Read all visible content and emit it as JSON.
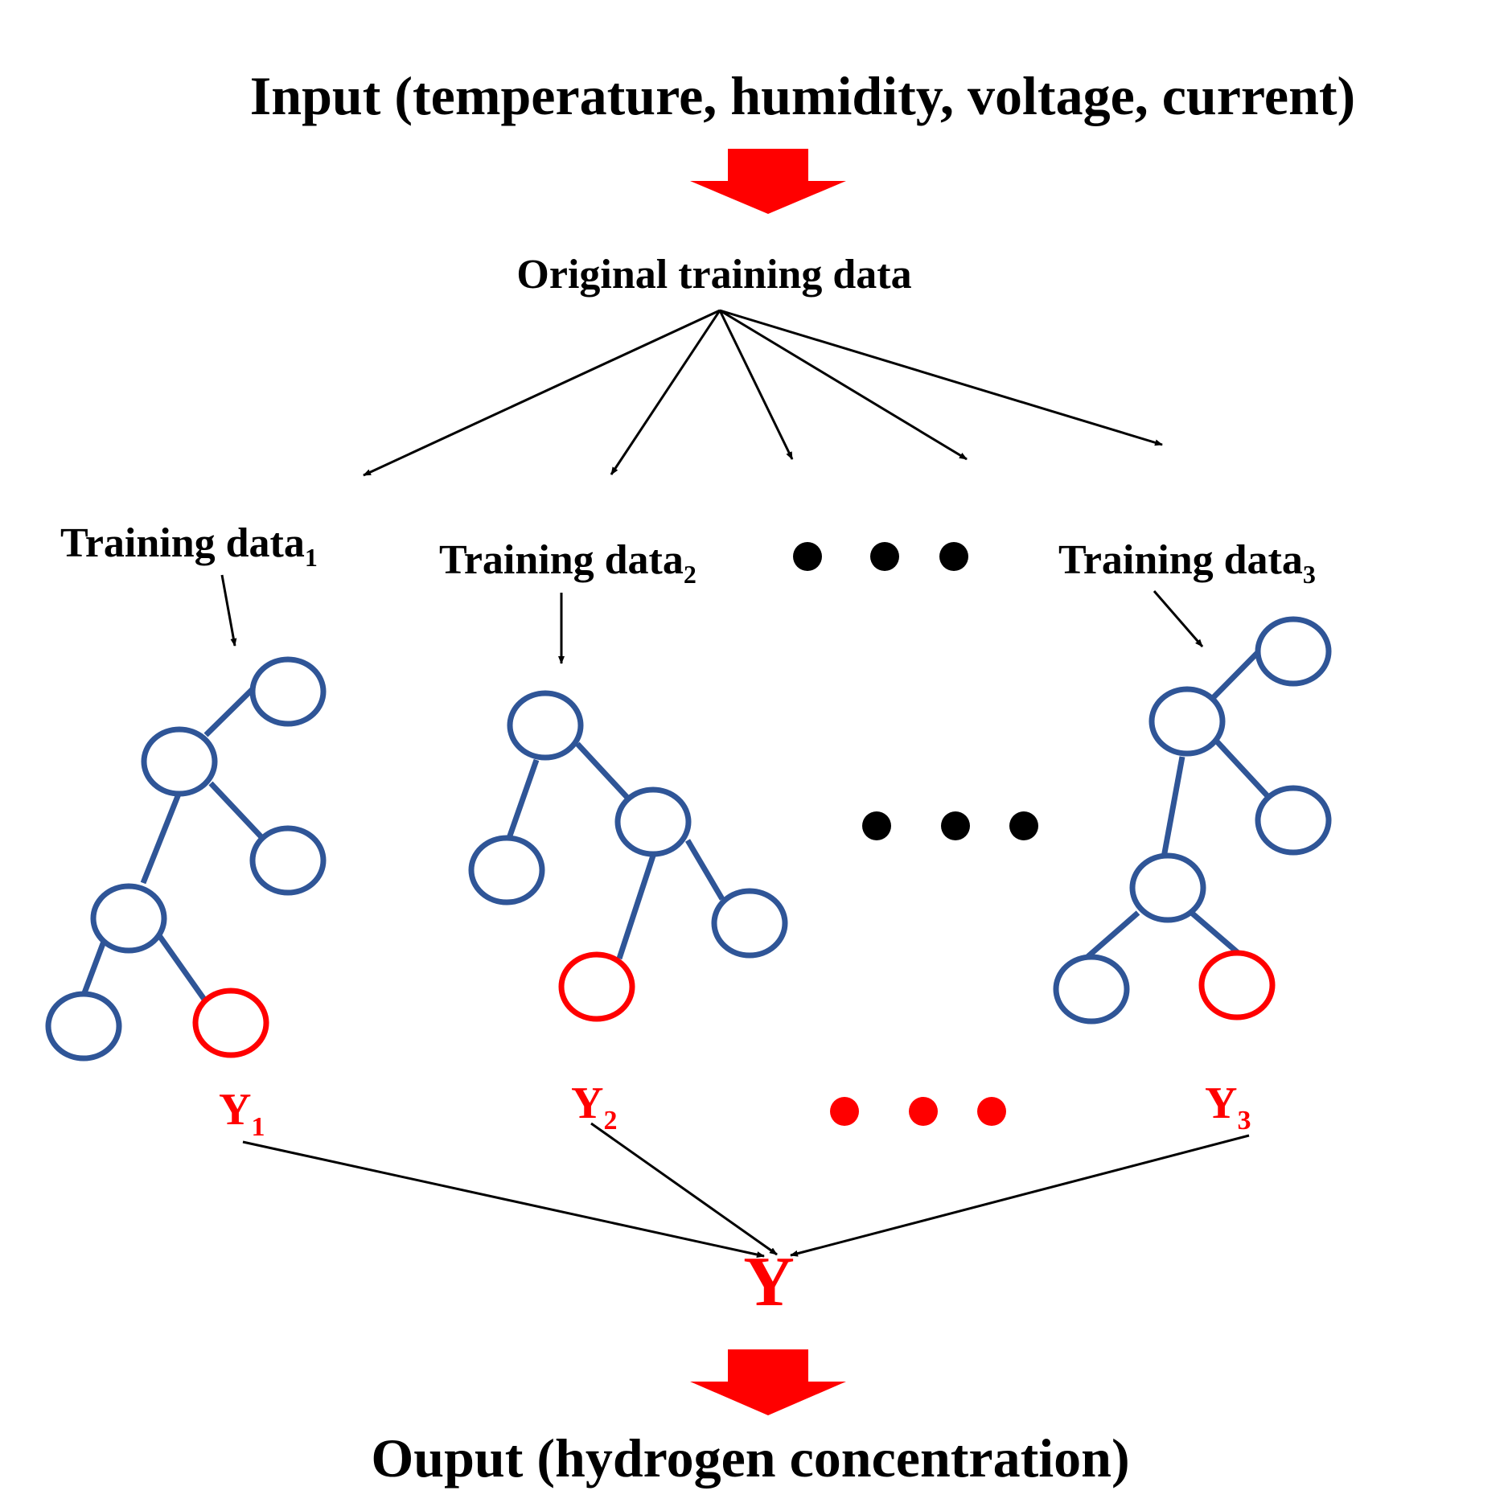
{
  "input_label": "Input (temperature, humidity, voltage, current)",
  "original_label": "Original training data",
  "training_sets": [
    {
      "label": "Training data",
      "sub": "1"
    },
    {
      "label": "Training data",
      "sub": "2"
    },
    {
      "label": "Training data",
      "sub": "3"
    }
  ],
  "predictions": [
    {
      "label": "Y",
      "sub": "1"
    },
    {
      "label": "Y",
      "sub": "2"
    },
    {
      "label": "Y",
      "sub": "3"
    }
  ],
  "final_label": "Y",
  "output_label": "Ouput (hydrogen concentration)",
  "colors": {
    "node_normal": "#2f5597",
    "node_selected": "#ff0000",
    "arrow": "#000000",
    "flow_arrow": "#ff0000",
    "prediction_text": "#ff0000"
  }
}
